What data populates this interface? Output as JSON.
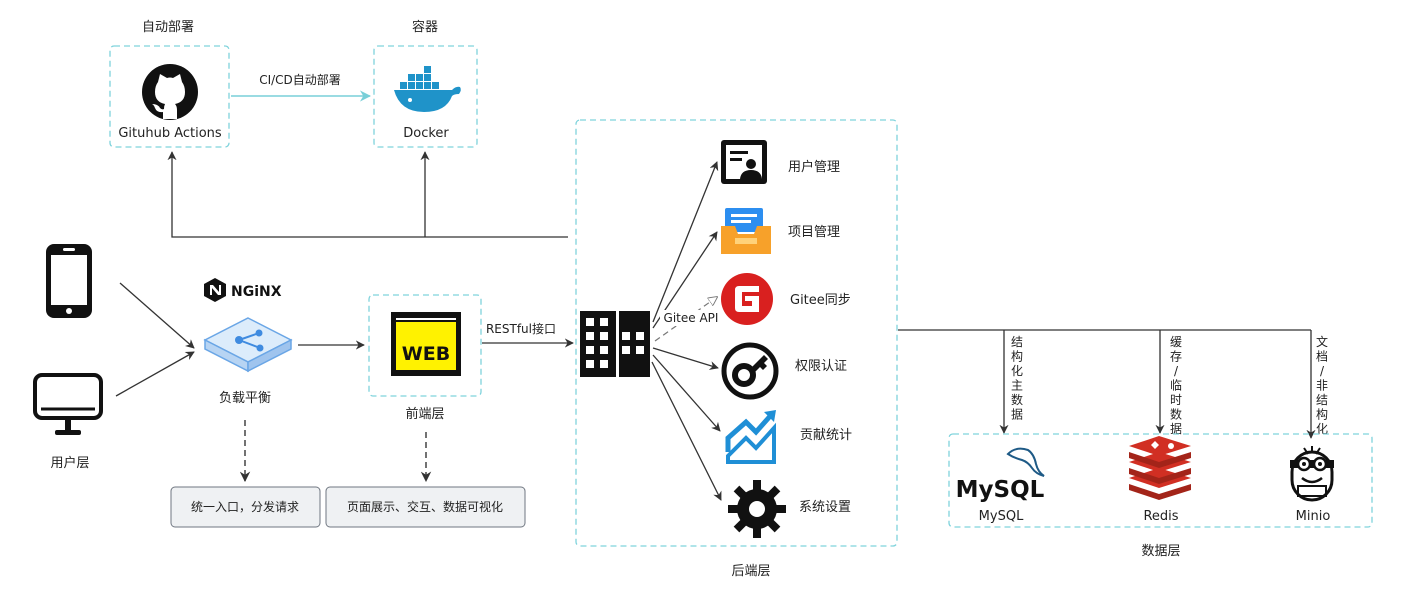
{
  "colors": {
    "dashed_border": "#7fd3dc",
    "cicd_arrow": "#79cfd8",
    "line": "#333333",
    "note_fill": "#eff1f3",
    "note_border": "#6f7680",
    "docker_blue": "#1f93c9",
    "web_yellow": "#fff200",
    "gitee_red": "#d9201f",
    "stats_blue": "#1f8fd6",
    "redis_red": "#d12f23",
    "project_blue": "#2c8ef0",
    "project_orange": "#f7a12a"
  },
  "top": {
    "auto_deploy_title": "自动部署",
    "container_title": "容器",
    "github_label": "Gituhub Actions",
    "docker_label": "Docker",
    "cicd_label": "CI/CD自动部署",
    "github_icon": "github-icon",
    "docker_icon": "docker-whale-icon"
  },
  "user_layer": {
    "title": "用户层",
    "phone_icon": "smartphone-icon",
    "monitor_icon": "monitor-icon"
  },
  "load_balance": {
    "brand": "NGiNX",
    "label": "负载平衡",
    "note": "统一入口，分发请求",
    "icon": "load-balancer-icon"
  },
  "frontend": {
    "badge": "WEB",
    "label": "前端层",
    "note": "页面展示、交互、数据可视化",
    "api_label": "RESTful接口"
  },
  "backend": {
    "label": "后端层",
    "gitee_api_label": "Gitee API",
    "server_icon": "building-server-icon",
    "modules": [
      {
        "label": "用户管理",
        "icon": "user-card-icon"
      },
      {
        "label": "项目管理",
        "icon": "project-inbox-icon"
      },
      {
        "label": "Gitee同步",
        "icon": "gitee-logo-icon"
      },
      {
        "label": "权限认证",
        "icon": "key-lock-icon"
      },
      {
        "label": "贡献统计",
        "icon": "growth-chart-icon"
      },
      {
        "label": "系统设置",
        "icon": "gear-icon"
      }
    ]
  },
  "data_layer": {
    "title": "数据层",
    "links": [
      {
        "label": "结构化主数据"
      },
      {
        "label": "缓存/临时数据"
      },
      {
        "label": "文档/非结构化"
      }
    ],
    "stores": [
      {
        "label": "MySQL",
        "logo_text": "MySQL",
        "icon": "mysql-dolphin-icon"
      },
      {
        "label": "Redis",
        "icon": "redis-cube-icon"
      },
      {
        "label": "Minio",
        "icon": "minio-mascot-icon"
      }
    ]
  }
}
